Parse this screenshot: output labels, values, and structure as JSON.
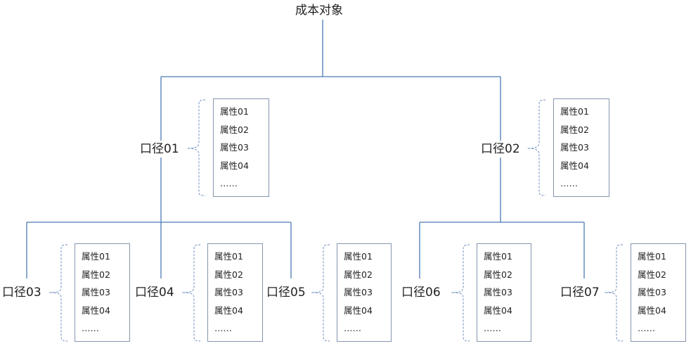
{
  "diagram": {
    "root": {
      "label": "成本对象"
    },
    "calibers": [
      {
        "label": "口径01",
        "attributes": [
          "属性01",
          "属性02",
          "属性03",
          "属性04",
          "……"
        ]
      },
      {
        "label": "口径02",
        "attributes": [
          "属性01",
          "属性02",
          "属性03",
          "属性04",
          "……"
        ]
      },
      {
        "label": "口径03",
        "attributes": [
          "属性01",
          "属性02",
          "属性03",
          "属性04",
          "……"
        ]
      },
      {
        "label": "口径04",
        "attributes": [
          "属性01",
          "属性02",
          "属性03",
          "属性04",
          "……"
        ]
      },
      {
        "label": "口径05",
        "attributes": [
          "属性01",
          "属性02",
          "属性03",
          "属性04",
          "……"
        ]
      },
      {
        "label": "口径06",
        "attributes": [
          "属性01",
          "属性02",
          "属性03",
          "属性04",
          "……"
        ]
      },
      {
        "label": "口径07",
        "attributes": [
          "属性01",
          "属性02",
          "属性03",
          "属性04",
          "……"
        ]
      }
    ],
    "colors": {
      "line": "#4a7bb5",
      "bracket": "#6f8fbf",
      "box_border": "#8496b0"
    }
  }
}
